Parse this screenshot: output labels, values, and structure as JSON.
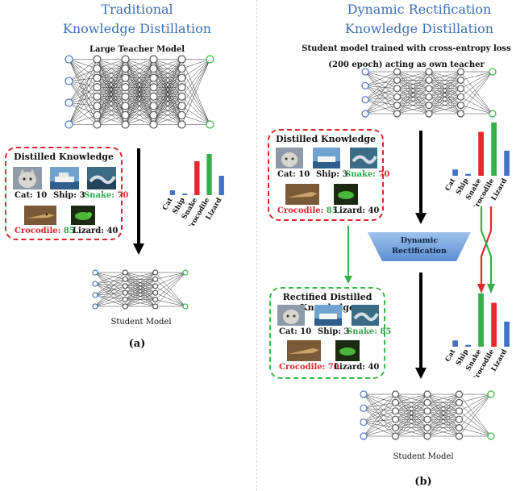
{
  "left": {
    "title_line1": "Traditional",
    "title_line2": "Knowledge Distillation",
    "teacher_label": "Large Teacher Model",
    "student_label": "Student Model",
    "caption": "(a)",
    "box_title": "Distilled Knowledge",
    "items": [
      {
        "name": "Cat",
        "value": "10"
      },
      {
        "name": "Ship",
        "value": "3"
      },
      {
        "name": "Snake",
        "value": "70"
      },
      {
        "name": "Crocodile",
        "value": "85"
      },
      {
        "name": "Lizard",
        "value": "40"
      }
    ],
    "chart_categories": [
      "Cat",
      "Ship",
      "Snake",
      "Crocodile",
      "Lizard"
    ]
  },
  "right": {
    "title_line1": "Dynamic Rectification",
    "title_line2": "Knowledge Distillation",
    "student_desc_line1": "Student model trained with cross-entropy loss",
    "student_desc_line2": "(200 epoch) acting as own teacher",
    "student_label": "Student Model",
    "caption": "(b)",
    "box_title": "Distilled Knowledge",
    "items": [
      {
        "name": "Cat",
        "value": "10"
      },
      {
        "name": "Ship",
        "value": "3"
      },
      {
        "name": "Snake",
        "value": "70"
      },
      {
        "name": "Crocodile",
        "value": "85"
      },
      {
        "name": "Lizard",
        "value": "40"
      }
    ],
    "rect_box_title": "Rectified Distilled Knowledge",
    "rect_items": [
      {
        "name": "Cat",
        "value": "10"
      },
      {
        "name": "Ship",
        "value": "3"
      },
      {
        "name": "Snake",
        "value": "85"
      },
      {
        "name": "Crocodile",
        "value": "70"
      },
      {
        "name": "Lizard",
        "value": "40"
      }
    ],
    "rectification_line1": "Dynamic",
    "rectification_line2": "Rectification",
    "chart_categories": [
      "Cat",
      "Ship",
      "Snake",
      "Crocodile",
      "Lizard"
    ]
  },
  "chart_data": [
    {
      "type": "bar",
      "categories": [
        "Cat",
        "Ship",
        "Snake",
        "Crocodile",
        "Lizard"
      ],
      "values": [
        10,
        3,
        70,
        85,
        40
      ],
      "colors": [
        "#4472c4",
        "#4472c4",
        "#e8262b",
        "#34b04a",
        "#4472c4"
      ]
    },
    {
      "type": "bar",
      "categories": [
        "Cat",
        "Ship",
        "Snake",
        "Crocodile",
        "Lizard"
      ],
      "values": [
        10,
        3,
        70,
        85,
        40
      ],
      "colors": [
        "#4472c4",
        "#4472c4",
        "#e8262b",
        "#34b04a",
        "#4472c4"
      ]
    },
    {
      "type": "bar",
      "categories": [
        "Cat",
        "Ship",
        "Snake",
        "Crocodile",
        "Lizard"
      ],
      "values": [
        10,
        3,
        85,
        70,
        40
      ],
      "colors": [
        "#4472c4",
        "#4472c4",
        "#34b04a",
        "#e8262b",
        "#4472c4"
      ]
    }
  ],
  "colors": {
    "title_blue": "#3b6fb6",
    "red": "#e8262b",
    "green": "#34b04a",
    "blue": "#4472c4",
    "neuron": "#4a78c2",
    "neuron_out": "#3bb44a"
  }
}
